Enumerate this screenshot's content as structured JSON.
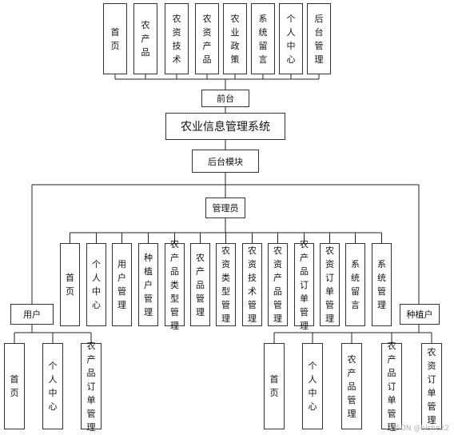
{
  "frontend_modules": [
    "首页",
    "农产品",
    "农资技术",
    "农资产品",
    "农业政策",
    "系统留言",
    "个人中心",
    "后台管理"
  ],
  "frontend_label": "前台",
  "system_title": "农业信息管理系统",
  "backend_label": "后台模块",
  "admin_label": "管理员",
  "admin_modules": [
    "首页",
    "个人中心",
    "用户管理",
    "种植户管理",
    "农产品类型管理",
    "农产品管理",
    "农资类型管理",
    "农资技术管理",
    "农资产品管理",
    "农产品订单管理",
    "农资订单管理",
    "系统留言",
    "系统管理"
  ],
  "user_label": "用户",
  "user_modules": [
    "首页",
    "个人中心",
    "农产品订单管理"
  ],
  "grower_label": "种植户",
  "grower_modules": [
    "首页",
    "个人中心",
    "农产品管理",
    "农产品订单管理",
    "农资订单管理"
  ],
  "watermark": "CSDN @bishe22"
}
